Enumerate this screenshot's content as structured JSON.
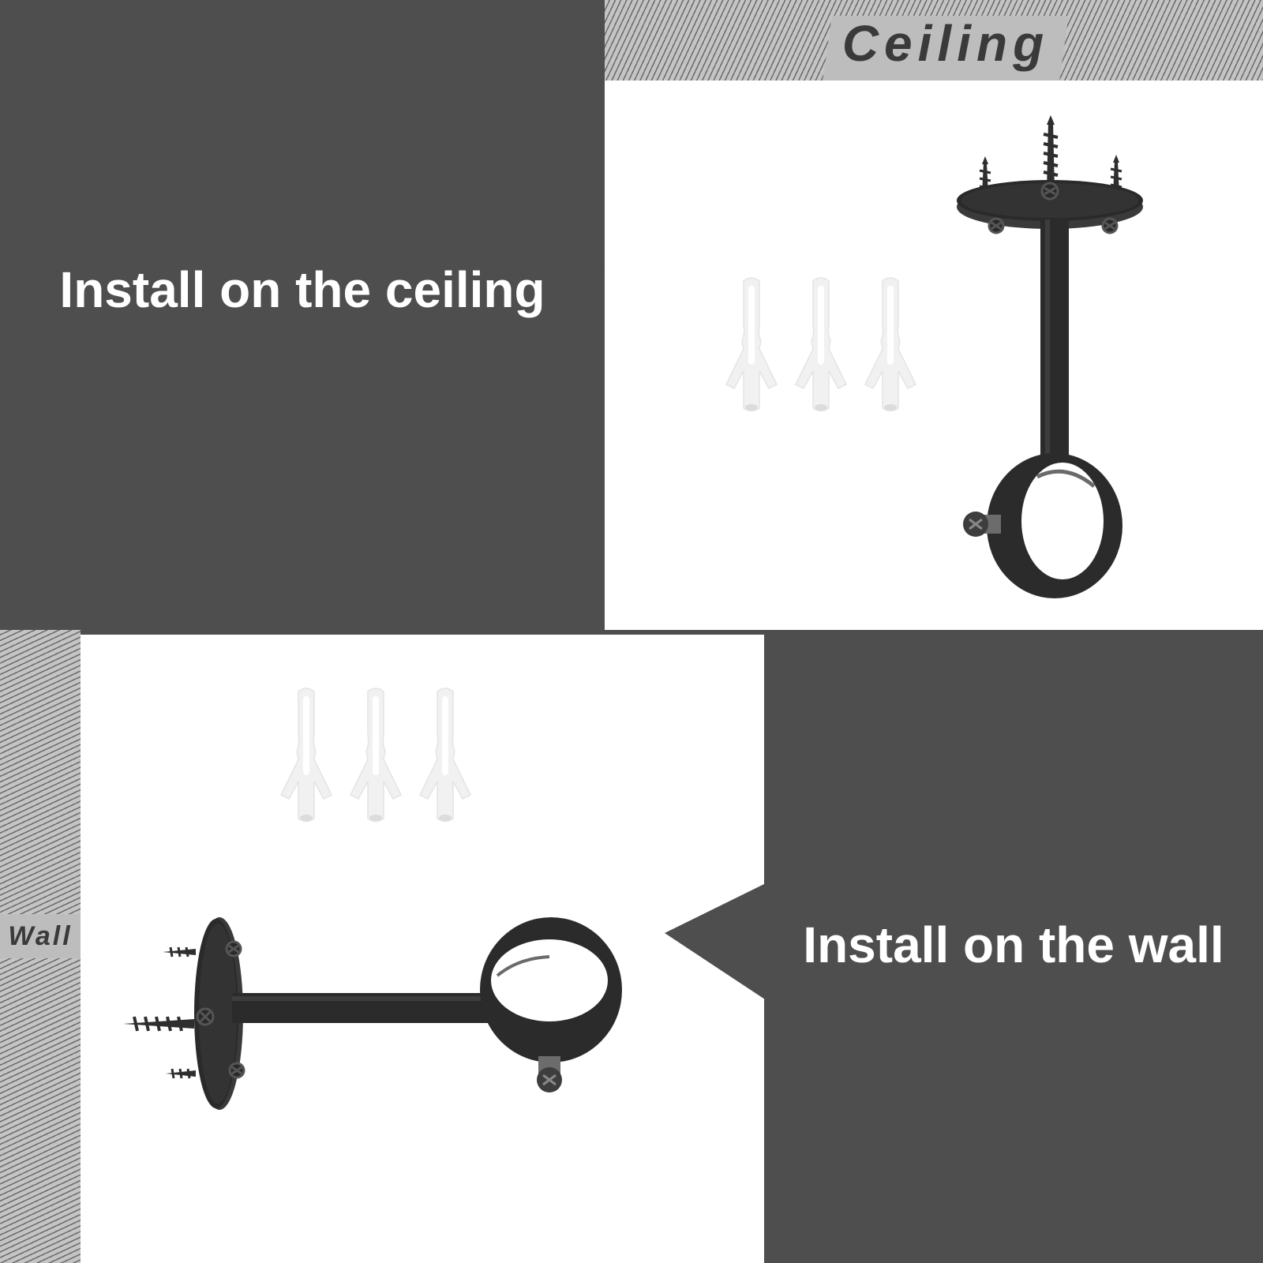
{
  "ceiling_section": {
    "strip_label": "Ceiling",
    "instruction": "Install on the ceiling"
  },
  "wall_section": {
    "strip_label": "Wall",
    "instruction": "Install on the wall"
  },
  "colors": {
    "panel_dark": "#4e4e4e",
    "panel_light": "#ffffff",
    "hatch_light": "#c4c4c4",
    "hatch_dark": "#6a6a6a",
    "bracket_black": "#2a2a2a",
    "anchor_white": "#f2f2f2"
  },
  "icons": {
    "ceiling_bracket": "ceiling-rod-bracket-icon",
    "wall_bracket": "wall-rod-bracket-icon",
    "wall_anchor": "plastic-wall-anchor-icon",
    "screw": "wood-screw-icon"
  },
  "anchor_count_per_set": 3
}
